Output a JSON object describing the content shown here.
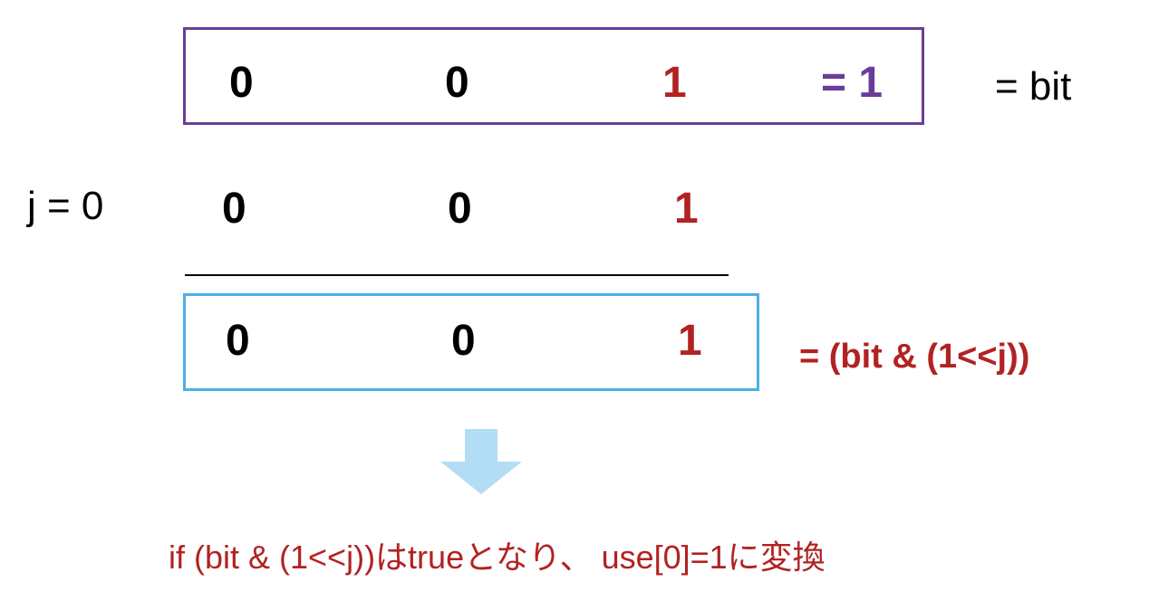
{
  "top_row": {
    "bits": [
      "0",
      "0",
      "1"
    ],
    "result": "= 1",
    "label": "= bit",
    "border_color": "#6a3d9a"
  },
  "mask_row": {
    "label": "j = 0",
    "bits": [
      "0",
      "0",
      "1"
    ]
  },
  "result_row": {
    "bits": [
      "0",
      "0",
      "1"
    ],
    "label": "= (bit & (1<<j))",
    "border_color": "#4eaee6"
  },
  "arrow": {
    "icon": "down-arrow-icon",
    "color": "#b3dcf5"
  },
  "caption": "if (bit & (1<<j))はtrueとなり、 use[0]=1に変換",
  "colors": {
    "highlight_red": "#b22222",
    "purple": "#6a3d9a",
    "blue": "#4eaee6"
  }
}
